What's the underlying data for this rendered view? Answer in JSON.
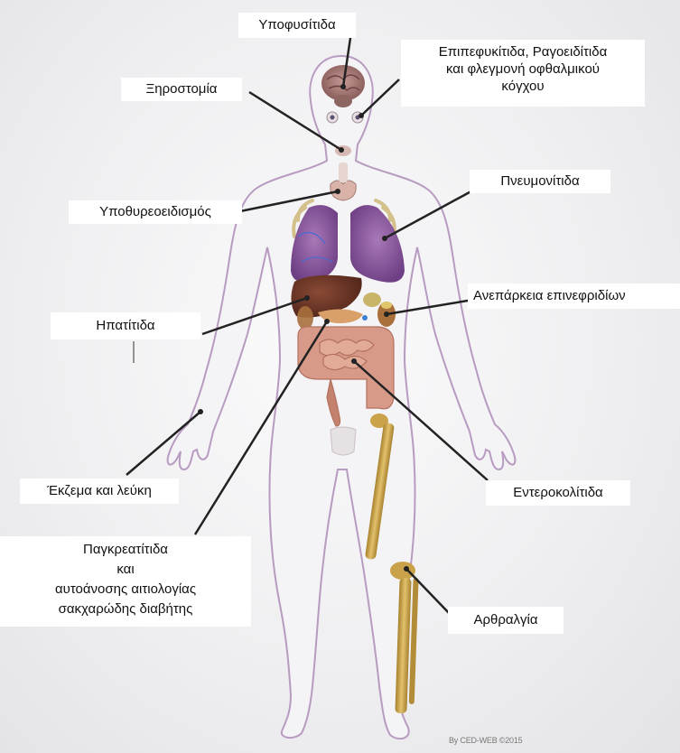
{
  "labels": {
    "hypophysitis": "Υποφυσίτιδα",
    "eye_line1": "Επιπεφυκίτιδα, Ραγοειδίτιδα",
    "eye_line2": "και φλεγμονή οφθαλμικού",
    "eye_line3": "κόγχου",
    "xerostomia": "Ξηροστομία",
    "hypothyroidism": "Υποθυρεοειδισμός",
    "pneumonitis": "Πνευμονίτιδα",
    "adrenal": "Ανεπάρκεια επινεφριδίων",
    "hepatitis": "Ηπατίτιδα",
    "eczema": "Έκζεμα και λεύκη",
    "colitis": "Εντεροκολίτιδα",
    "pancreas_line1": "Παγκρεατίτιδα",
    "pancreas_line2": "και",
    "pancreas_line3": "αυτοάνοσης αιτιολογίας",
    "pancreas_line4": "σακχαρώδης διαβήτης",
    "arthralgia": "Αρθραλγία"
  },
  "copyright": "By CED-WEB ©2015",
  "colors": {
    "body_outline": "#b79bc0",
    "lung": "#8a56a0",
    "liver": "#6e3a2a",
    "bone": "#c9a24a",
    "intestine": "#d89a88",
    "brain": "#a57a78",
    "leader_line": "#222222"
  }
}
